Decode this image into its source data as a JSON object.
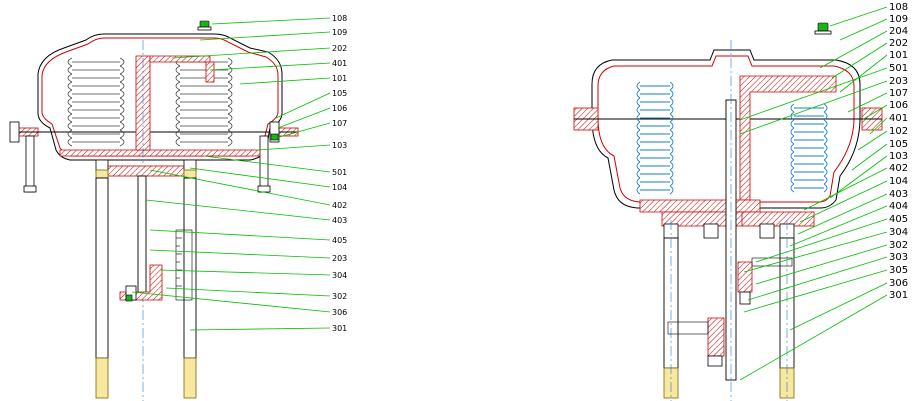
{
  "left_labels": [
    "108",
    "109",
    "202",
    "401",
    "101",
    "105",
    "106",
    "107",
    "103",
    "501",
    "104",
    "402",
    "403",
    "405",
    "203",
    "304",
    "302",
    "306",
    "301"
  ],
  "right_labels": [
    "108",
    "109",
    "204",
    "202",
    "101",
    "501",
    "203",
    "107",
    "106",
    "401",
    "102",
    "105",
    "103",
    "402",
    "104",
    "403",
    "404",
    "405",
    "304",
    "302",
    "303",
    "305",
    "306",
    "301"
  ],
  "colors": {
    "leader": "#00c000",
    "hatch": "#d00000",
    "spring_left": "#444444",
    "spring_right": "#1a7ed6",
    "centerline": "#1a7ed6"
  }
}
